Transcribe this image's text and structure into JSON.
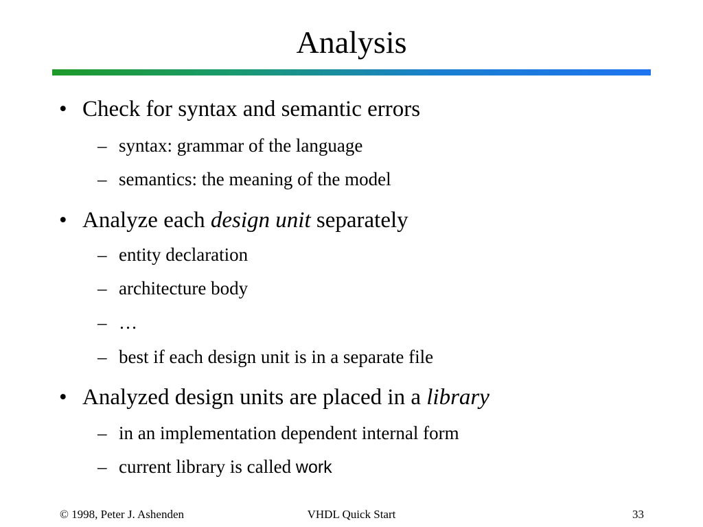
{
  "slide": {
    "title": "Analysis",
    "bullets": [
      {
        "text": "Check for syntax and semantic errors",
        "subs": [
          "syntax: grammar of the language",
          "semantics: the meaning of the model"
        ]
      },
      {
        "text_before": "Analyze each ",
        "text_em": "design unit",
        "text_after": " separately",
        "subs": [
          "entity declaration",
          "architecture body",
          "…",
          "best if each design unit is in a separate file"
        ]
      },
      {
        "text_before": "Analyzed design units are placed in a ",
        "text_em": "library",
        "subs": [
          "in an implementation dependent internal form"
        ],
        "last_sub_before": "current library is called ",
        "last_sub_code": "work"
      }
    ],
    "bullet_mark": "•",
    "sub_mark": "–"
  },
  "footer": {
    "left": "© 1998, Peter J. Ashenden",
    "center": "VHDL Quick Start",
    "right": "33"
  },
  "colors": {
    "rule_start": "#1e9a2a",
    "rule_end": "#1f74f0"
  }
}
